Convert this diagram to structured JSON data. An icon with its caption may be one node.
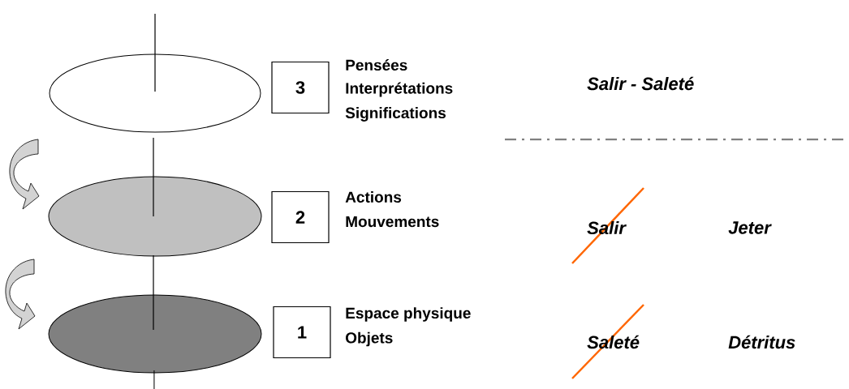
{
  "diagram": {
    "nodes": [
      {
        "text": [],
        "shape": "ellipse"
      },
      {
        "text": [
          "3"
        ],
        "beside": [
          "Pensées",
          "Interprétations",
          "Significations"
        ]
      },
      {
        "text": [],
        "shape": "ellipse"
      },
      {
        "text": [
          "2"
        ],
        "beside": [
          "Actions",
          "Mouvements"
        ]
      },
      {
        "text": [],
        "shape": "ellipse"
      },
      {
        "text": [
          "1"
        ],
        "beside": [
          "Espace physique",
          "Objets"
        ]
      }
    ],
    "labels": [
      "Salir - Saleté",
      "Salir",
      "Jeter",
      "Saleté",
      "Détritus"
    ]
  }
}
